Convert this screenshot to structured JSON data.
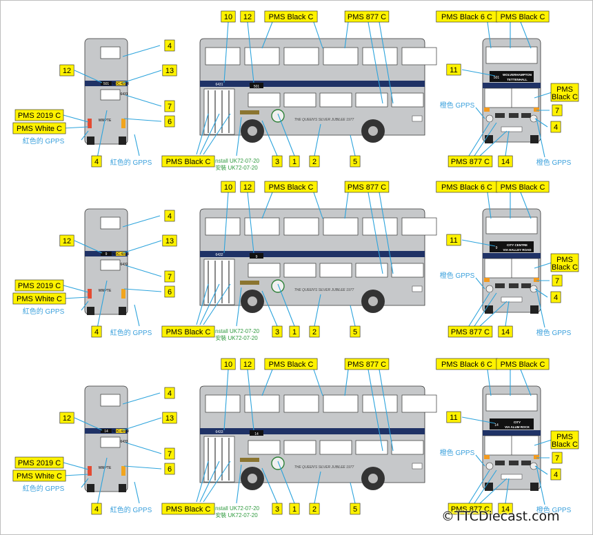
{
  "watermark": "©TTCDiecast.com",
  "colors": {
    "body": "#c6c8ca",
    "band": "#1f3266",
    "label_fill": "#fff200",
    "callout_line": "#2ba3dc",
    "green_text": "#2f9a3e"
  },
  "common": {
    "pms_black_c": "PMS Black C",
    "pms_877_c": "PMS 877 C",
    "pms_black_6_c": "PMS Black 6 C",
    "pms_2019_c": "PMS 2019 C",
    "pms_white_c": "PMS White C",
    "red_gpps": "紅色的 GPPS",
    "orange_gpps": "橙色 GPPS",
    "install_en": "Install UK72-07-20",
    "install_zh": "安裝  UK72-07-20",
    "jubilee": "THE QUEEN'S SILVER JUBILEE 1977",
    "n1": "1",
    "n2": "2",
    "n3": "3",
    "n4": "4",
    "n5": "5",
    "n6": "6",
    "n7": "7",
    "n10": "10",
    "n11": "11",
    "n12": "12",
    "n13": "13",
    "n14": "14",
    "plate": "NOC 431R",
    "legal": "WMPTE"
  },
  "rows": [
    {
      "route": "501",
      "fleet": "6431",
      "dest1": "WOLVERHAMPTON",
      "dest2": "TETTENHALL",
      "pms_black_c_2": "PMS Black C"
    },
    {
      "route": "9",
      "fleet": "6432",
      "dest1": "CITY CENTRE",
      "dest2": "VIA HALLEY ROAD",
      "pms_black_c_2": "PMS Black C"
    },
    {
      "route": "14",
      "fleet": "6433",
      "dest1": "CITY",
      "dest2": "VIA ALUM ROCK",
      "pms_black_c_2": "PMS Black C"
    }
  ]
}
